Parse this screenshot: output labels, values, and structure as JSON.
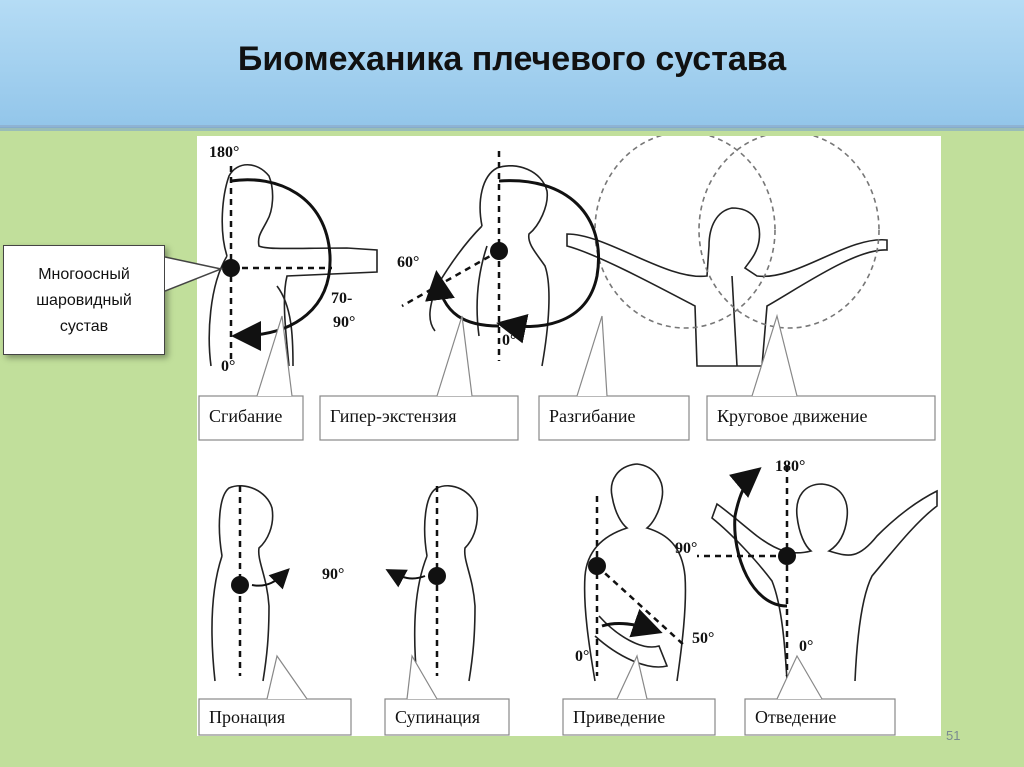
{
  "title": "Биомеханика плечевого сустава",
  "callout": [
    "Многоосный",
    "шаровидный",
    "сустав"
  ],
  "labels": {
    "flexion": "Сгибание",
    "hyperextension": "Гипер-экстензия",
    "extension": "Разгибание",
    "circular": "Круговое движение",
    "pronation": "Пронация",
    "supination": "Супинация",
    "adduction": "Приведение",
    "abduction": "Отведение"
  },
  "angles": {
    "flex_180": "180°",
    "flex_0": "0°",
    "flex_70_90": "70-",
    "flex_90": "90°",
    "hyper_60": "60°",
    "ext_0": "0°",
    "rot_90": "90°",
    "add_90": "90°",
    "add_0": "0°",
    "add_50": "50°",
    "abd_180": "180°",
    "abd_0": "0°"
  },
  "page_number": "51"
}
